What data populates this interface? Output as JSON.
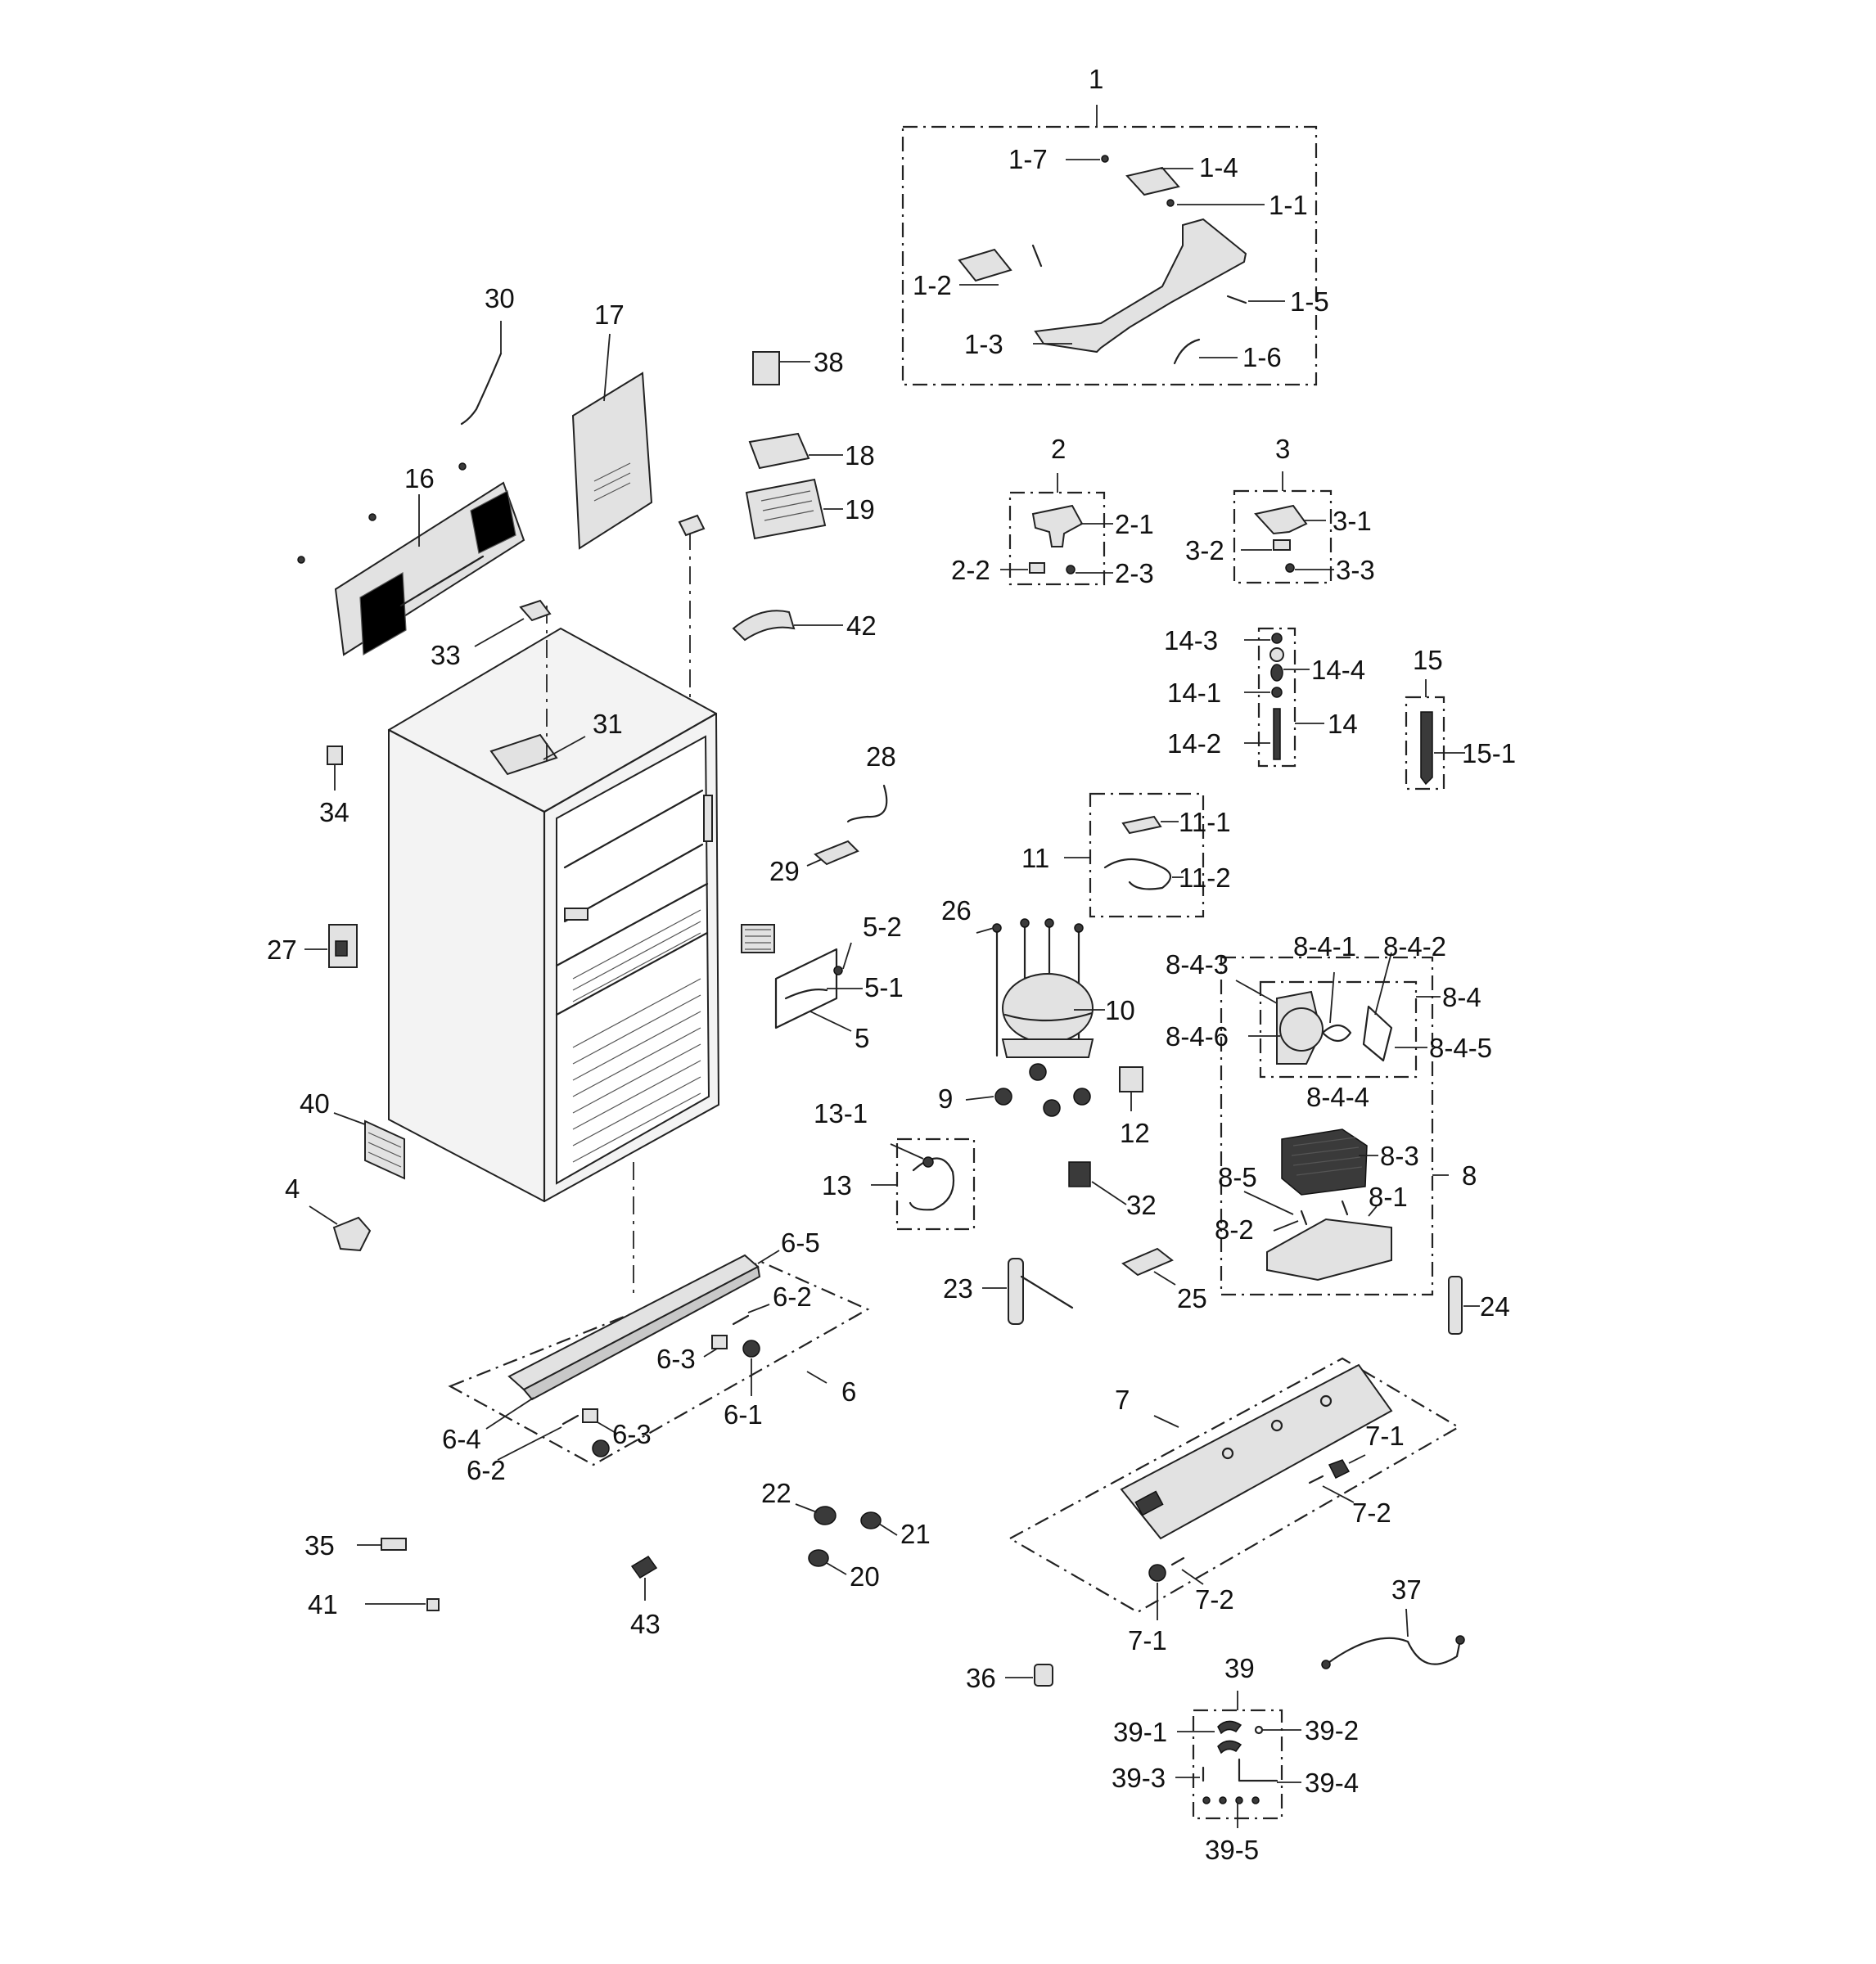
{
  "labels": {
    "l1": "1",
    "l1_1": "1-1",
    "l1_2": "1-2",
    "l1_3": "1-3",
    "l1_4": "1-4",
    "l1_5": "1-5",
    "l1_6": "1-6",
    "l1_7": "1-7",
    "l2": "2",
    "l2_1": "2-1",
    "l2_2": "2-2",
    "l2_3": "2-3",
    "l3": "3",
    "l3_1": "3-1",
    "l3_2": "3-2",
    "l3_3": "3-3",
    "l4": "4",
    "l5": "5",
    "l5_1": "5-1",
    "l5_2": "5-2",
    "l6": "6",
    "l6_1": "6-1",
    "l6_2a": "6-2",
    "l6_2b": "6-2",
    "l6_3a": "6-3",
    "l6_3b": "6-3",
    "l6_4": "6-4",
    "l6_5": "6-5",
    "l7": "7",
    "l7_1a": "7-1",
    "l7_1b": "7-1",
    "l7_2a": "7-2",
    "l7_2b": "7-2",
    "l8": "8",
    "l8_1": "8-1",
    "l8_2": "8-2",
    "l8_3": "8-3",
    "l8_4": "8-4",
    "l8_5": "8-5",
    "l8_4_1": "8-4-1",
    "l8_4_2": "8-4-2",
    "l8_4_3": "8-4-3",
    "l8_4_4": "8-4-4",
    "l8_4_5": "8-4-5",
    "l8_4_6": "8-4-6",
    "l9": "9",
    "l10": "10",
    "l11": "11",
    "l11_1": "11-1",
    "l11_2": "11-2",
    "l12": "12",
    "l13": "13",
    "l13_1": "13-1",
    "l14": "14",
    "l14_1": "14-1",
    "l14_2": "14-2",
    "l14_3": "14-3",
    "l14_4": "14-4",
    "l15": "15",
    "l15_1": "15-1",
    "l16": "16",
    "l17": "17",
    "l18": "18",
    "l19": "19",
    "l20": "20",
    "l21": "21",
    "l22": "22",
    "l23": "23",
    "l24": "24",
    "l25": "25",
    "l26": "26",
    "l27": "27",
    "l28": "28",
    "l29": "29",
    "l30": "30",
    "l31": "31",
    "l32": "32",
    "l33": "33",
    "l34": "34",
    "l35": "35",
    "l36": "36",
    "l37": "37",
    "l38": "38",
    "l39": "39",
    "l39_1": "39-1",
    "l39_2": "39-2",
    "l39_3": "39-3",
    "l39_4": "39-4",
    "l39_5": "39-5",
    "l40": "40",
    "l41": "41",
    "l42": "42",
    "l43": "43"
  }
}
